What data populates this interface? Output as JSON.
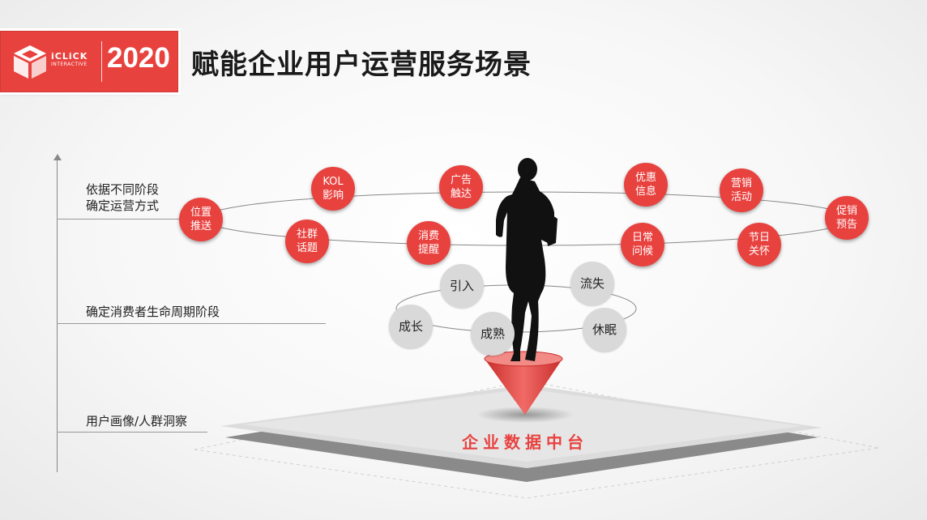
{
  "header": {
    "brand": "iCLiCK",
    "brand_sub": "INTERACTIVE",
    "year": "2020",
    "title": "赋能企业用户运营服务场景"
  },
  "stages": [
    {
      "label": "依据不同阶段\n确定运营方式"
    },
    {
      "label": "确定消费者生命周期阶段"
    },
    {
      "label": "用户画像/人群洞察"
    }
  ],
  "outer_ring": [
    {
      "label": "位置\n推送"
    },
    {
      "label": "KOL\n影响"
    },
    {
      "label": "广告\n触达"
    },
    {
      "label": "优惠\n信息"
    },
    {
      "label": "营销\n活动"
    },
    {
      "label": "促销\n预告"
    },
    {
      "label": "社群\n话题"
    },
    {
      "label": "消费\n提醒"
    },
    {
      "label": "日常\n问候"
    },
    {
      "label": "节日\n关怀"
    }
  ],
  "lifecycle_ring": [
    {
      "label": "引入"
    },
    {
      "label": "流失"
    },
    {
      "label": "成长"
    },
    {
      "label": "成熟"
    },
    {
      "label": "休眠"
    }
  ],
  "platform": {
    "label": "企业数据中台"
  },
  "colors": {
    "accent": "#e8423f",
    "gray_node": "#d9d9d9"
  },
  "icons": {
    "logo": "iclick-cube-logo",
    "figure": "woman-silhouette-icon",
    "funnel": "funnel-cone-icon"
  }
}
